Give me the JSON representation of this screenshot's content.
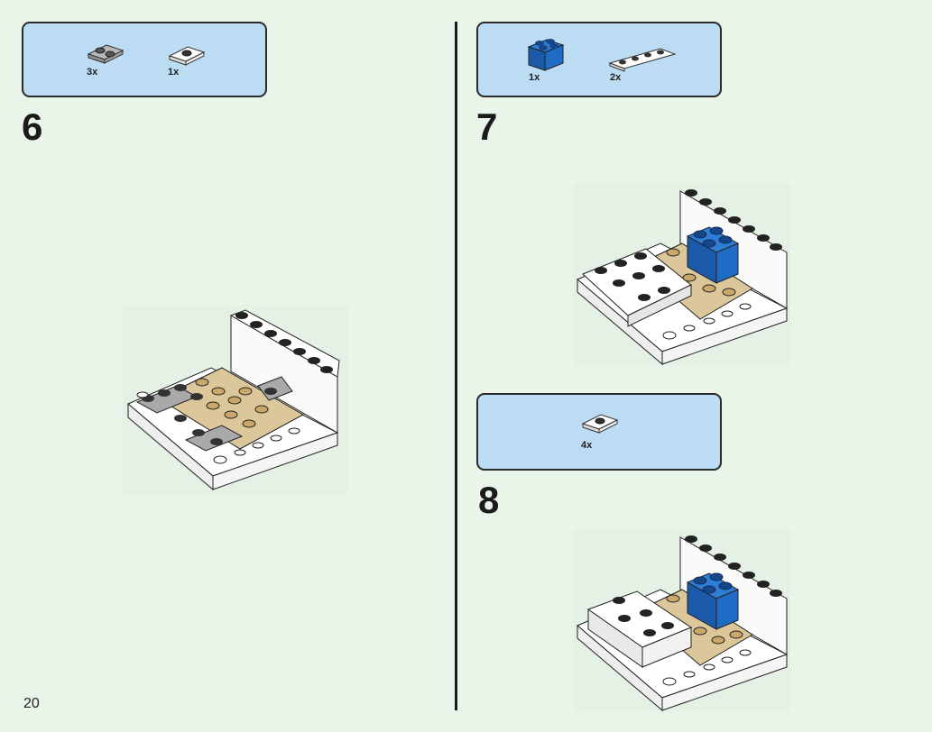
{
  "page_number": "20",
  "steps": [
    {
      "number": "6",
      "parts": [
        {
          "name": "gray 1x2 plate",
          "qty": "3x"
        },
        {
          "name": "white 1x2 jumper plate",
          "qty": "1x"
        }
      ]
    },
    {
      "number": "7",
      "parts": [
        {
          "name": "blue 2x2 brick",
          "qty": "1x"
        },
        {
          "name": "white 1x4 plate",
          "qty": "2x"
        }
      ]
    },
    {
      "number": "8",
      "parts": [
        {
          "name": "white 1x2 jumper plate",
          "qty": "4x"
        }
      ]
    }
  ],
  "colors": {
    "background": "#eaf5ea",
    "parts_box": "#bcdcf4",
    "tan": "#dcc79a",
    "gray": "#a9a9a9",
    "blue": "#1f6cc4",
    "white": "#ffffff",
    "outline": "#1c1c1c"
  }
}
